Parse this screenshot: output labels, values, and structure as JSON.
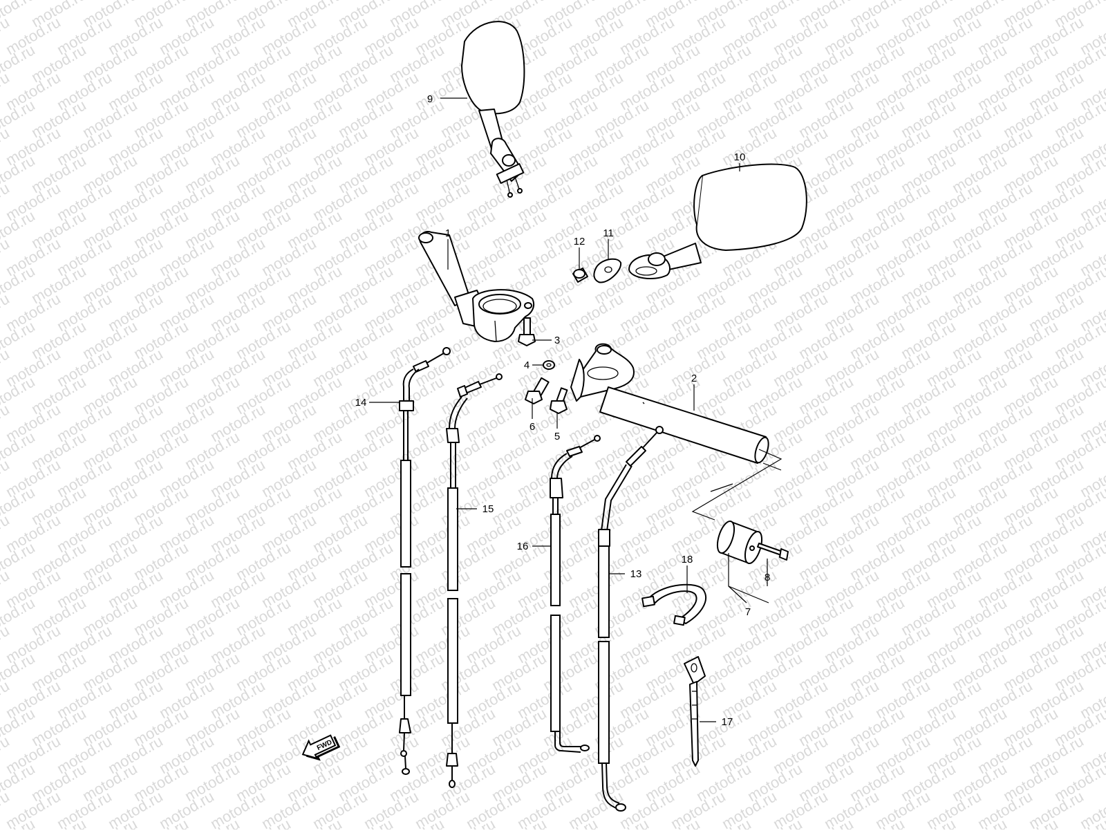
{
  "watermark": {
    "text": "motod.ru",
    "color": "#d9d9d9"
  },
  "callouts": {
    "c1": "1",
    "c2": "2",
    "c3": "3",
    "c4": "4",
    "c5": "5",
    "c6": "6",
    "c7": "7",
    "c8": "8",
    "c9": "9",
    "c10": "10",
    "c11": "11",
    "c12": "12",
    "c13": "13",
    "c14": "14",
    "c15": "15",
    "c16": "16",
    "c17": "17",
    "c18": "18"
  },
  "direction_badge": {
    "text": "FWD",
    "icon": "forward-arrow-icon"
  },
  "colors": {
    "line": "#000000",
    "background": "#ffffff"
  }
}
